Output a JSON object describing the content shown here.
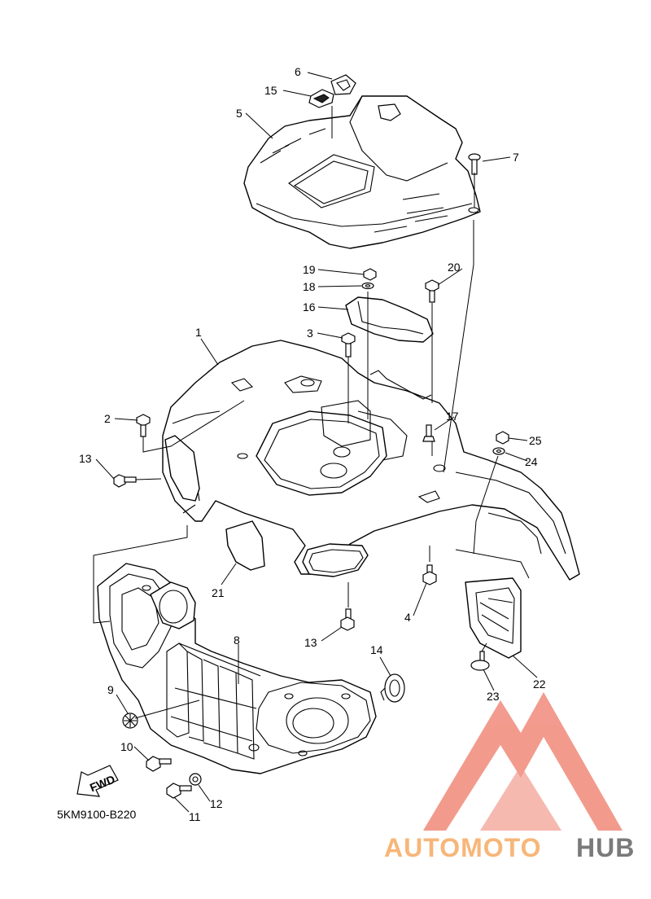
{
  "diagram_code": "5KM9100-B220",
  "fwd_label": "FWD",
  "brand": {
    "part1": "AUTOMOTO",
    "part2": "HUB"
  },
  "callouts": {
    "c1": "1",
    "c2": "2",
    "c3": "3",
    "c4": "4",
    "c5": "5",
    "c6": "6",
    "c7": "7",
    "c8": "8",
    "c9": "9",
    "c10": "10",
    "c11": "11",
    "c12": "12",
    "c13a": "13",
    "c13b": "13",
    "c14": "14",
    "c15": "15",
    "c16": "16",
    "c17": "17",
    "c18": "18",
    "c19": "19",
    "c20": "20",
    "c21": "21",
    "c22": "22",
    "c23": "23",
    "c24": "24",
    "c25": "25"
  },
  "colors": {
    "line": "#000000",
    "background": "#ffffff",
    "logo_red": "#f08a7a",
    "logo_orange": "#f7b679",
    "logo_gray": "#7a7a7a"
  }
}
